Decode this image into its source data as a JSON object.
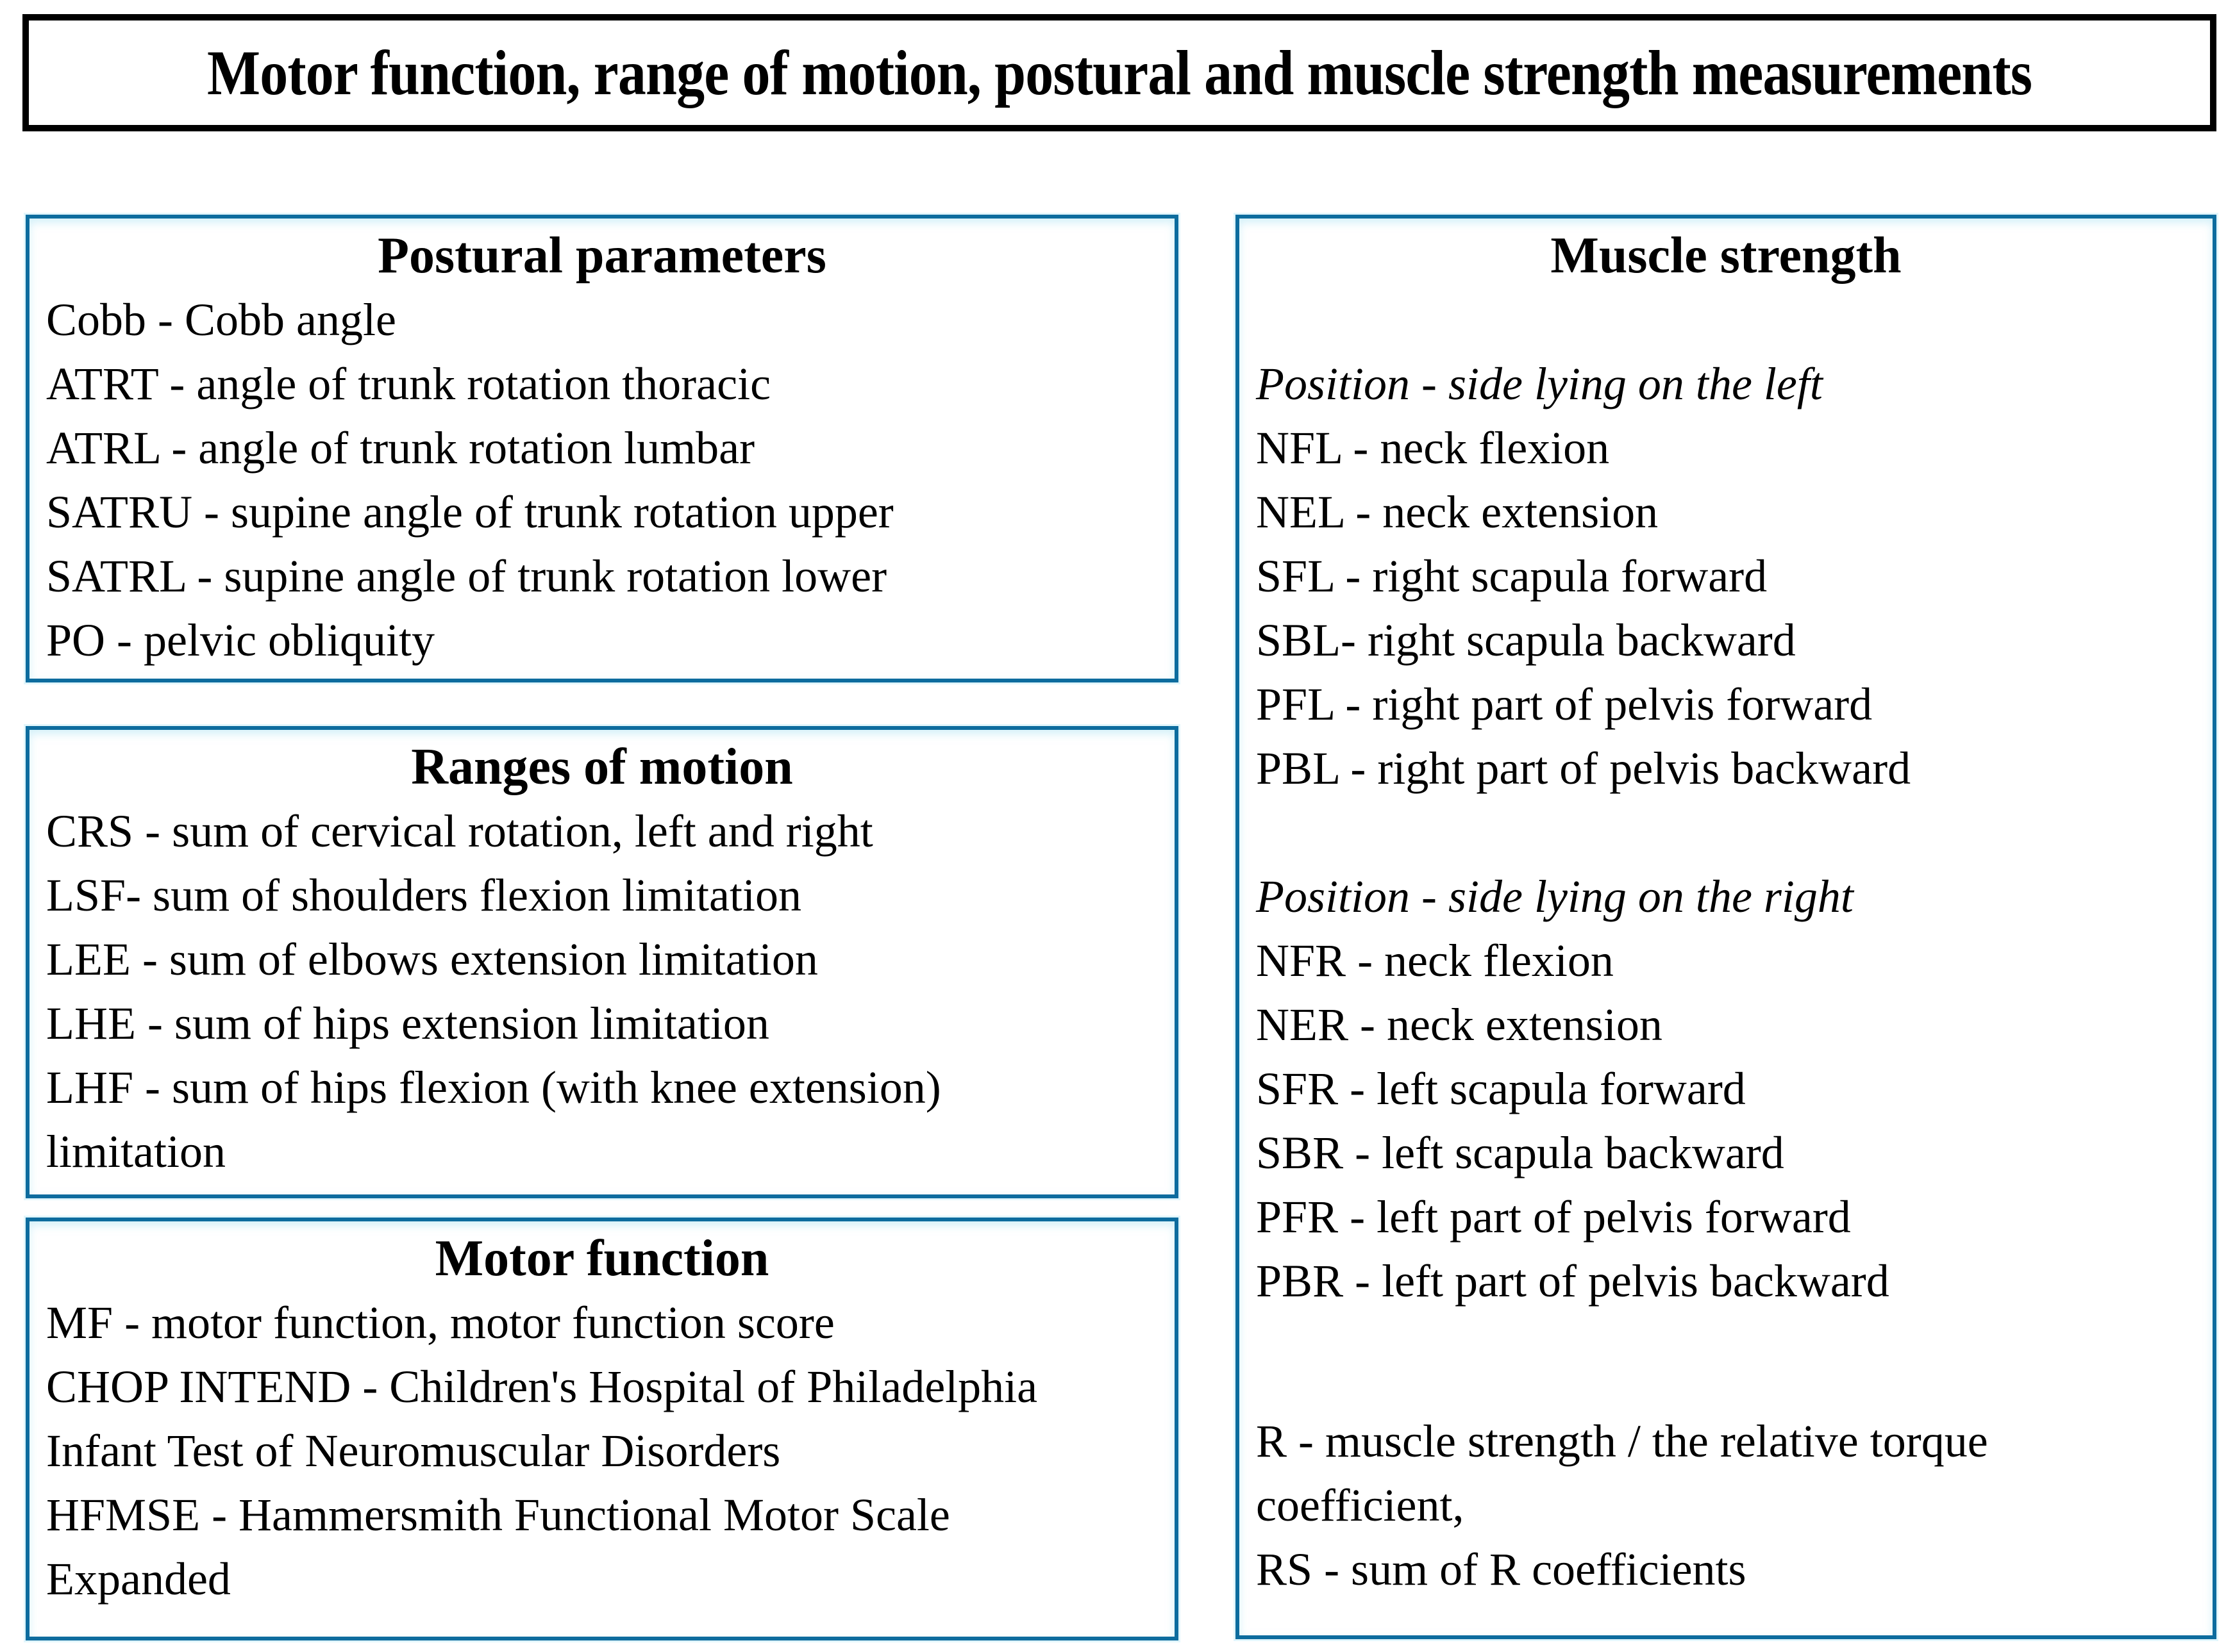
{
  "title": "Motor function, range of motion, postural and muscle strength measurements",
  "colors": {
    "background": "#ffffff",
    "text": "#000000",
    "title_box_border": "#000000",
    "panel_border": "#0d6c9e",
    "panel_halo": "#e2f6fc"
  },
  "panels": {
    "postural": {
      "heading": "Postural parameters",
      "lines": [
        "Cobb - Cobb angle",
        "ATRT - angle of trunk rotation thoracic",
        "ATRL - angle of trunk rotation lumbar",
        "SATRU - supine angle of trunk rotation upper",
        "SATRL - supine angle of trunk rotation lower",
        "PO - pelvic obliquity"
      ]
    },
    "ranges": {
      "heading": "Ranges of motion",
      "lines": [
        "CRS - sum of cervical rotation, left and right",
        "LSF- sum of shoulders flexion limitation",
        "LEE - sum of elbows extension limitation",
        "LHE - sum of hips extension limitation",
        "LHF - sum of hips flexion (with knee extension)",
        "limitation"
      ]
    },
    "motor": {
      "heading": "Motor function",
      "lines": [
        "MF - motor function, motor function score",
        "CHOP INTEND - Children's Hospital of Philadelphia",
        "Infant Test of Neuromuscular Disorders",
        "HFMSE - Hammersmith Functional Motor Scale",
        "Expanded"
      ]
    },
    "muscle": {
      "heading": "Muscle strength",
      "sections": [
        {
          "position_label": "Position - side lying on the left",
          "lines": [
            "NFL - neck flexion",
            "NEL - neck extension",
            "SFL - right scapula forward",
            "SBL- right scapula backward",
            "PFL - right part of pelvis forward",
            "PBL - right part of pelvis backward"
          ]
        },
        {
          "position_label": "Position - side lying on the right",
          "lines": [
            "NFR - neck flexion",
            "NER - neck extension",
            "SFR - left scapula forward",
            "SBR - left scapula backward",
            "PFR - left part of pelvis forward",
            "PBR - left part of pelvis backward"
          ]
        }
      ],
      "footer_lines": [
        "R - muscle strength / the relative torque",
        "coefficient,",
        "RS - sum of R coefficients"
      ]
    }
  }
}
